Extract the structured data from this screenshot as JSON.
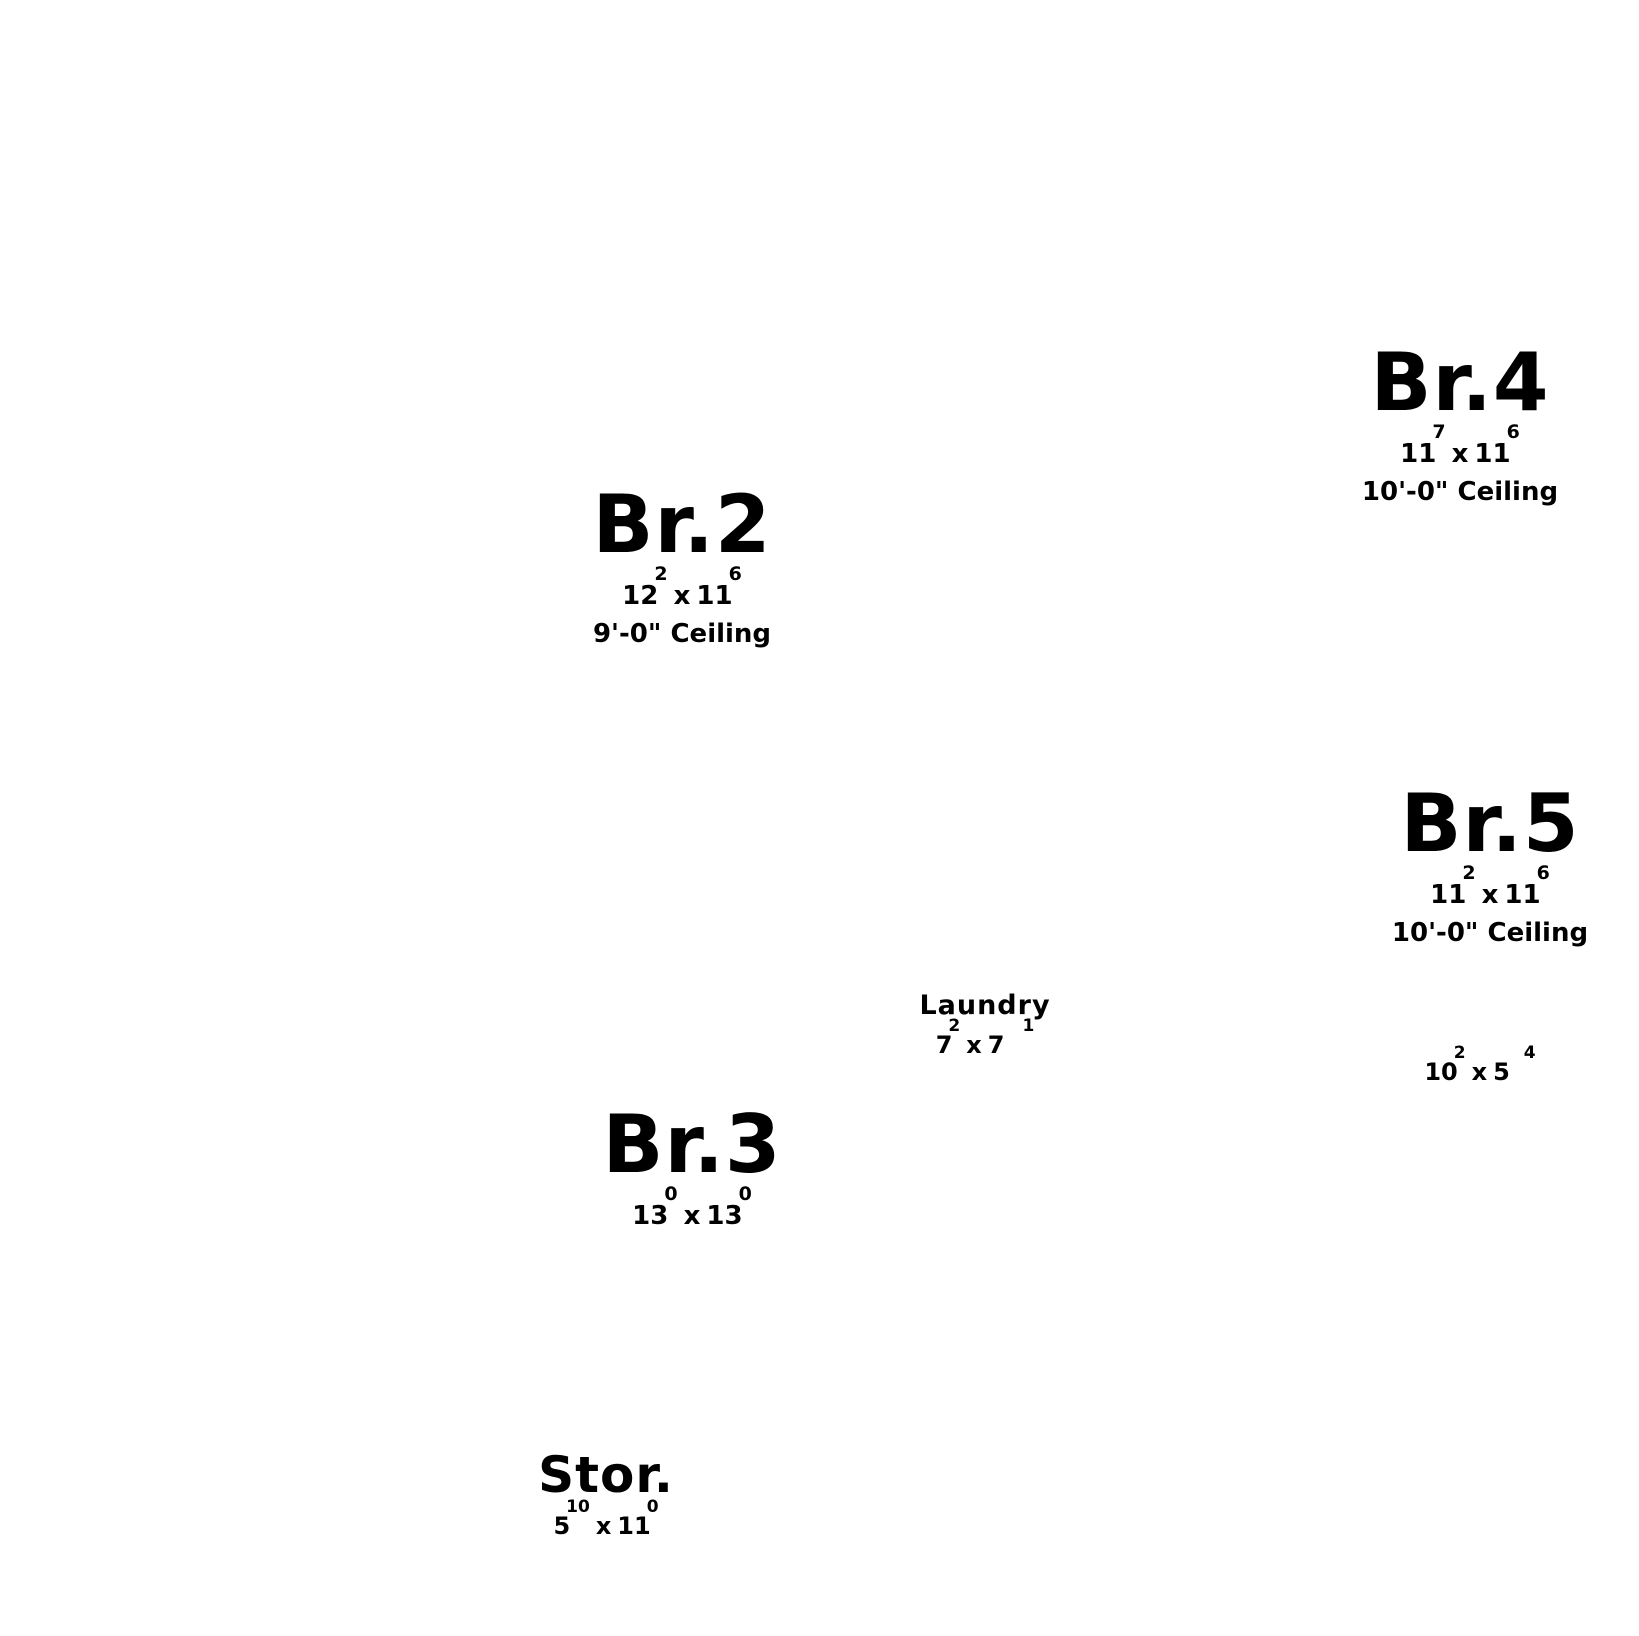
{
  "rooms": {
    "br2": {
      "name": "Br.2",
      "w_ft": "12",
      "w_in": "2",
      "sep": "x",
      "d_ft": "11",
      "d_in": "6",
      "ceiling": "9'-0\" Ceiling"
    },
    "br4": {
      "name": "Br.4",
      "w_ft": "11",
      "w_in": "7",
      "sep": "x",
      "d_ft": "11",
      "d_in": "6",
      "ceiling": "10'-0\" Ceiling"
    },
    "br5": {
      "name": "Br.5",
      "w_ft": "11",
      "w_in": "2",
      "sep": "x",
      "d_ft": "11",
      "d_in": "6",
      "ceiling": "10'-0\" Ceiling"
    },
    "laundry": {
      "name": "Laundry",
      "w_ft": "7",
      "w_in": "2",
      "sep": "x",
      "d_ft": "7",
      "d_in": "1"
    },
    "unlabeled": {
      "w_ft": "10",
      "w_in": "2",
      "sep": "x",
      "d_ft": "5",
      "d_in": "4"
    },
    "br3": {
      "name": "Br.3",
      "w_ft": "13",
      "w_in": "0",
      "sep": "x",
      "d_ft": "13",
      "d_in": "0"
    },
    "stor": {
      "name": "Stor.",
      "w_ft": "5",
      "w_in": "10",
      "sep": "x",
      "d_ft": "11",
      "d_in": "0"
    }
  }
}
